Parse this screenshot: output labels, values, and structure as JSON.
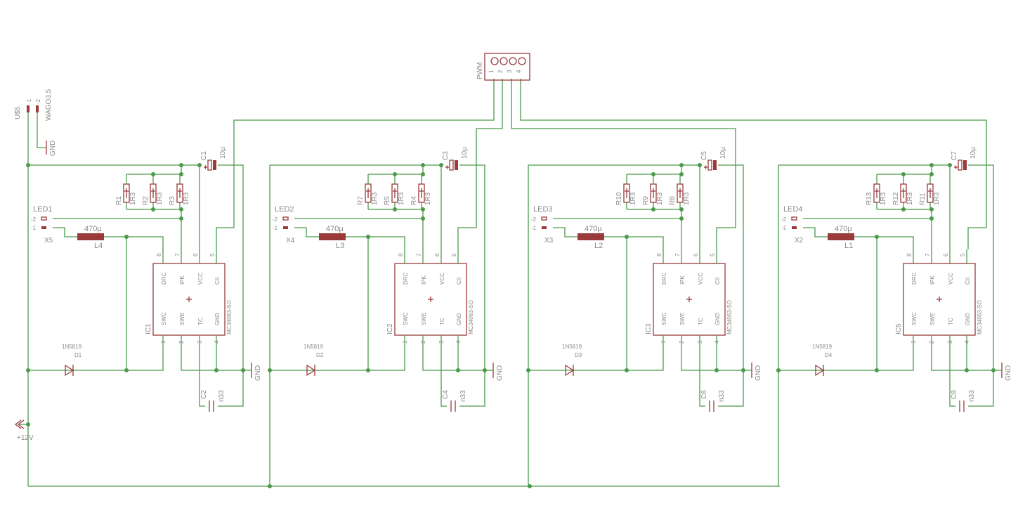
{
  "connector": {
    "name": "PWM",
    "pins": [
      "1",
      "2",
      "3",
      "4"
    ]
  },
  "supply": {
    "name": "U$5",
    "part": "WAGO3,5",
    "pins": [
      "-1",
      "-2"
    ],
    "gnd": "GND"
  },
  "vplus": {
    "label": "+12V"
  },
  "ic_pins": {
    "top_nums": [
      "8",
      "7",
      "6",
      "5"
    ],
    "top_names": [
      "DRC",
      "IPK",
      "VCC",
      "CII"
    ],
    "bottom_nums": [
      "1",
      "2",
      "3",
      "4"
    ],
    "bottom_names": [
      "SWC",
      "SWE",
      "TC",
      "GND"
    ]
  },
  "gnd_label": "GND",
  "stages": [
    {
      "ic": "IC1",
      "ic_part": "MC34063-SO",
      "cap_top": "C1",
      "cap_top_val": "10µ",
      "resistors": [
        "R1",
        "R2",
        "R3"
      ],
      "res_val": "1R3",
      "led": "LED1",
      "led_pins": [
        "-2",
        "-1"
      ],
      "conn": "X5",
      "inductor": "L4",
      "ind_val": "470µ",
      "diode": "D1",
      "diode_part": "1N5819",
      "cap_bot": "C2",
      "cap_bot_val": "n33"
    },
    {
      "ic": "IC2",
      "ic_part": "MC34063-SO",
      "cap_top": "C3",
      "cap_top_val": "10µ",
      "resistors": [
        "R7",
        "R5",
        "R4"
      ],
      "res_val": "1R3",
      "led": "LED2",
      "led_pins": [
        "-2",
        "-1"
      ],
      "conn": "X4",
      "inductor": "L3",
      "ind_val": "470µ",
      "diode": "D2",
      "diode_part": "1N5819",
      "cap_bot": "C4",
      "cap_bot_val": "n33"
    },
    {
      "ic": "IC3",
      "ic_part": "MC34063-SO",
      "cap_top": "C5",
      "cap_top_val": "10µ",
      "resistors": [
        "R10",
        "R9",
        "R8"
      ],
      "res_val": "1R3",
      "led": "LED3",
      "led_pins": [
        "-2",
        "-1"
      ],
      "conn": "X3",
      "inductor": "L2",
      "ind_val": "470µ",
      "diode": "D3",
      "diode_part": "1N5819",
      "cap_bot": "C6",
      "cap_bot_val": "n33"
    },
    {
      "ic": "IC5",
      "ic_part": "MC34063-SO",
      "cap_top": "C7",
      "cap_top_val": "10µ",
      "resistors": [
        "R13",
        "R12",
        "R11"
      ],
      "res_val": "1R3",
      "led": "LED4",
      "led_pins": [
        "-2",
        "-1"
      ],
      "conn": "X2",
      "inductor": "L1",
      "ind_val": "470µ",
      "diode": "D4",
      "diode_part": "1N5819",
      "cap_bot": "C8",
      "cap_bot_val": "n33"
    }
  ]
}
